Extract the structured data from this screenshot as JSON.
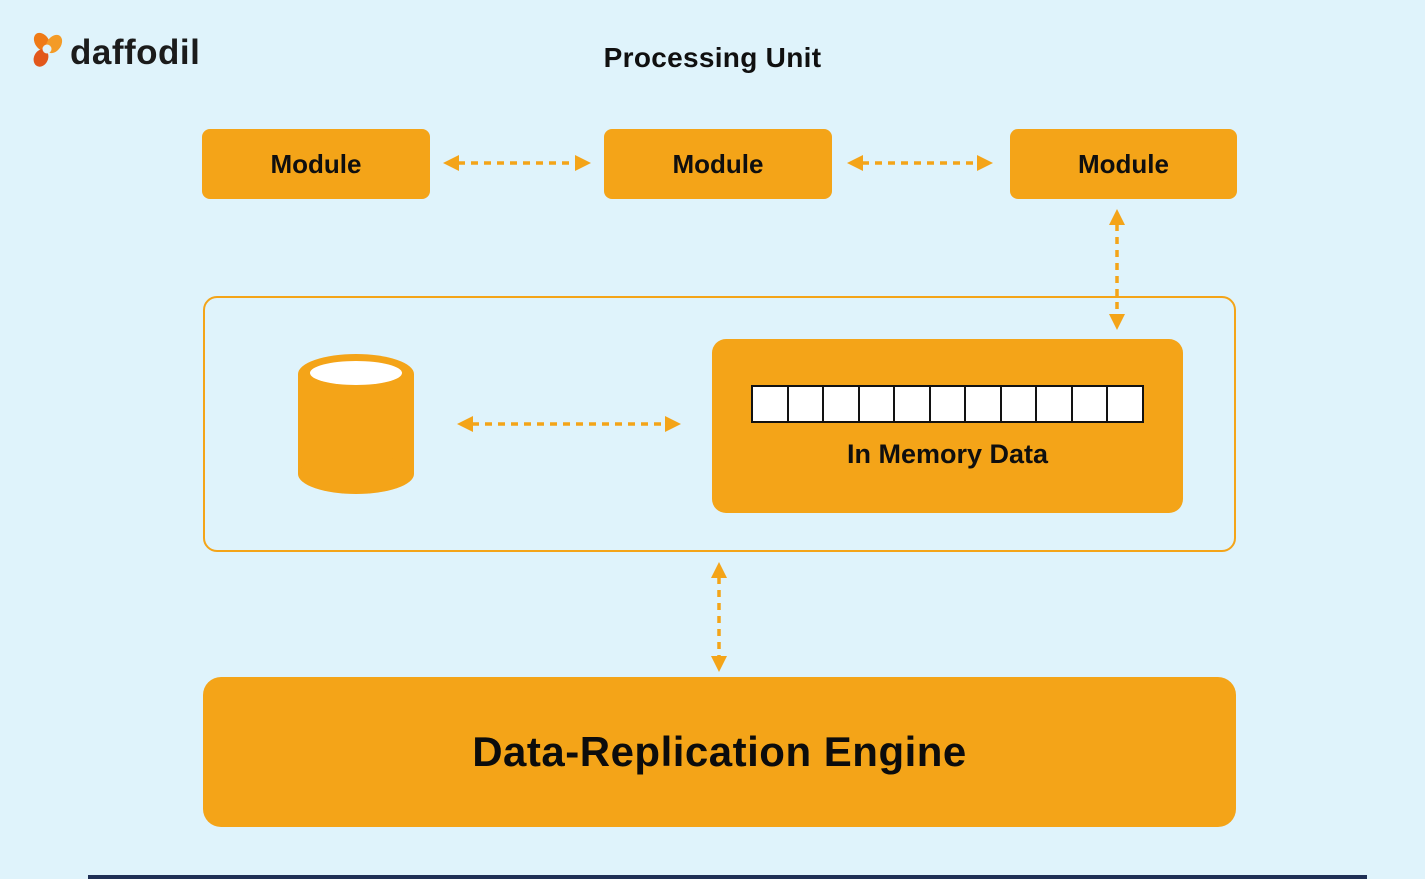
{
  "colors": {
    "accent_orange": "#F4A418",
    "background": "#DFF3FB",
    "text_dark": "#121212",
    "cell_fill": "#FFFFFF",
    "cell_border": "#121212",
    "divider_navy": "#1F2F55"
  },
  "logo": {
    "brand": "daffodil",
    "icon": "daffodil-flower-icon"
  },
  "header": {
    "title": "Processing Unit"
  },
  "modules": [
    {
      "label": "Module"
    },
    {
      "label": "Module"
    },
    {
      "label": "Module"
    }
  ],
  "storage": {
    "database_icon": "database-cylinder-icon"
  },
  "memory": {
    "label": "In Memory Data",
    "cell_count": 11
  },
  "engine": {
    "label": "Data-Replication Engine"
  },
  "arrows": [
    {
      "name": "module-1-module-2-arrow",
      "style": "dashed-double-headed",
      "direction": "horizontal"
    },
    {
      "name": "module-2-module-3-arrow",
      "style": "dashed-double-headed",
      "direction": "horizontal"
    },
    {
      "name": "module-3-storage-arrow",
      "style": "dashed-double-headed",
      "direction": "vertical"
    },
    {
      "name": "database-memory-arrow",
      "style": "dashed-double-headed",
      "direction": "horizontal"
    },
    {
      "name": "storage-engine-arrow",
      "style": "dashed-double-headed",
      "direction": "vertical"
    }
  ]
}
